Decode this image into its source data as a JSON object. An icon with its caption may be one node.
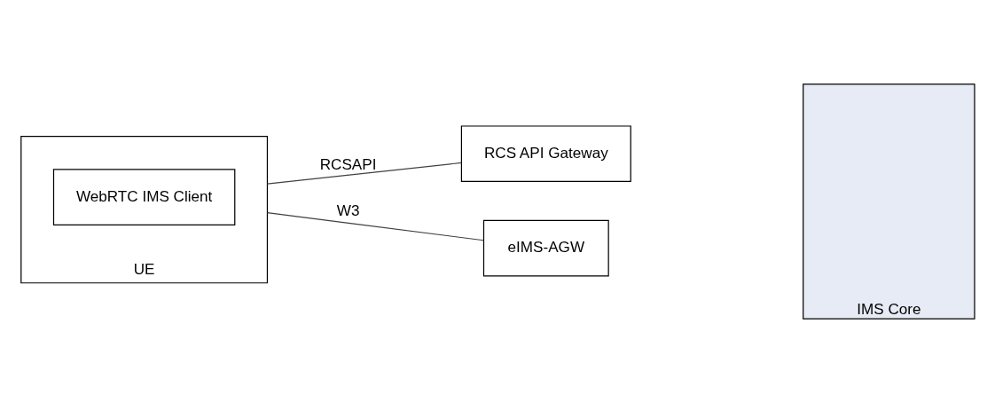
{
  "diagram": {
    "nodes": [
      {
        "text": [
          "UE"
        ]
      },
      {
        "text": [
          "WebRTC IMS Client"
        ],
        "in": 0
      },
      {
        "text": [
          "IMS Core"
        ]
      },
      {
        "text": [
          "RCS API Gateway"
        ]
      },
      {
        "text": [
          "eIMS-AGW"
        ]
      }
    ],
    "edges": [
      {
        "from": 0,
        "to": 3,
        "arrow": "none",
        "label": "RCSAPI"
      },
      {
        "from": 0,
        "to": 4,
        "arrow": "none",
        "label": "W3"
      }
    ]
  }
}
